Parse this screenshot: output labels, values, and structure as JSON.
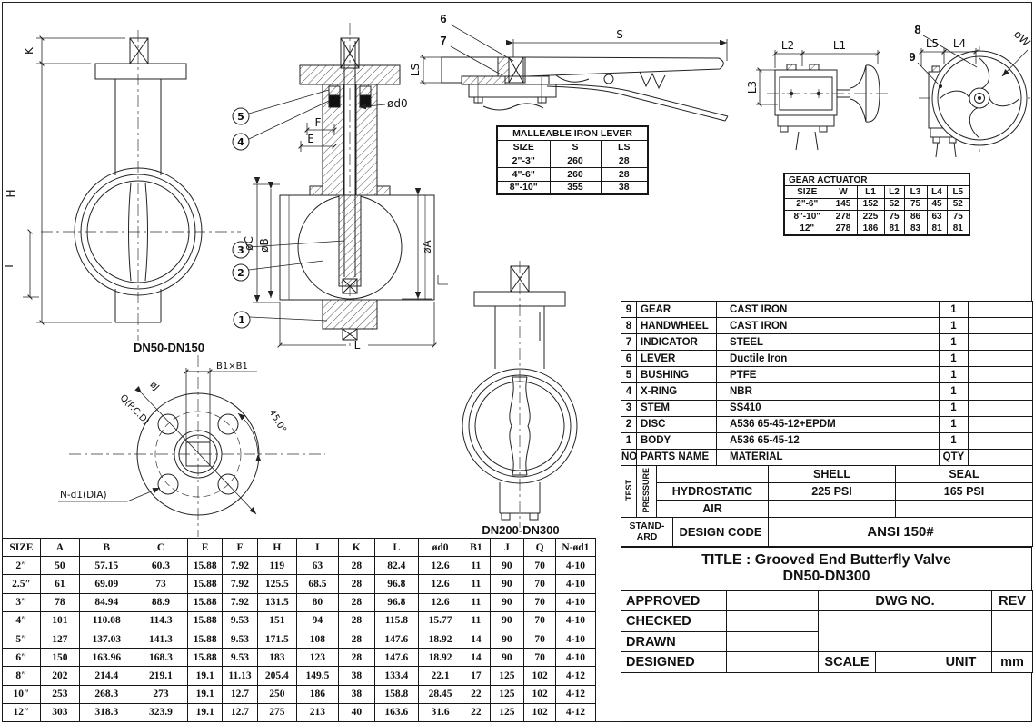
{
  "drawing": {
    "k": "K",
    "h": "H",
    "i": "I",
    "e": "E",
    "f": "F",
    "d0": "ød0",
    "oc": "øC",
    "ob": "øB",
    "oa": "øA",
    "l": "L",
    "s": "S",
    "ls": "LS",
    "l1": "L1",
    "l2": "L2",
    "l3": "L3",
    "l4": "L4",
    "l5": "L5",
    "ow": "øW",
    "b1": "B1×B1",
    "oj": "øJ",
    "qpcd": "Q(P.C.D)",
    "deg45": "45.0°",
    "nd1": "N-d1(DIA)",
    "n1": "1",
    "n2": "2",
    "n3": "3",
    "n4": "4",
    "n5": "5",
    "n6": "6",
    "n7": "7",
    "n8": "8",
    "n9": "9",
    "dn50_label": "DN50-DN150",
    "dn200_label": "DN200-DN300"
  },
  "lever_table": {
    "title": "MALLEABLE IRON LEVER",
    "headers": [
      "SIZE",
      "S",
      "LS"
    ],
    "rows": [
      [
        "2\"-3\"",
        "260",
        "28"
      ],
      [
        "4\"-6\"",
        "260",
        "28"
      ],
      [
        "8\"-10\"",
        "355",
        "38"
      ]
    ]
  },
  "gear_table": {
    "title": "GEAR ACTUATOR",
    "headers": [
      "SIZE",
      "W",
      "L1",
      "L2",
      "L3",
      "L4",
      "L5"
    ],
    "rows": [
      [
        "2\"-6\"",
        "145",
        "152",
        "52",
        "75",
        "45",
        "52"
      ],
      [
        "8\"-10\"",
        "278",
        "225",
        "75",
        "86",
        "63",
        "75"
      ],
      [
        "12\"",
        "278",
        "186",
        "81",
        "83",
        "81",
        "81"
      ]
    ]
  },
  "parts_table": {
    "header": {
      "no": "NO",
      "name": "PARTS NAME",
      "material": "MATERIAL",
      "qty": "QTY",
      "spare": ""
    },
    "rows": [
      [
        "9",
        "GEAR",
        "CAST IRON",
        "1",
        ""
      ],
      [
        "8",
        "HANDWHEEL",
        "CAST IRON",
        "1",
        ""
      ],
      [
        "7",
        "INDICATOR",
        "STEEL",
        "1",
        ""
      ],
      [
        "6",
        "LEVER",
        "Ductile Iron",
        "1",
        ""
      ],
      [
        "5",
        "BUSHING",
        "PTFE",
        "1",
        ""
      ],
      [
        "4",
        "X-RING",
        "NBR",
        "1",
        ""
      ],
      [
        "3",
        "STEM",
        "SS410",
        "1",
        ""
      ],
      [
        "2",
        "DISC",
        "A536 65-45-12+EPDM",
        "1",
        ""
      ],
      [
        "1",
        "BODY",
        "A536 65-45-12",
        "1",
        ""
      ]
    ]
  },
  "test_block": {
    "test": "TEST",
    "pressure": "PRESSURE",
    "shell": "SHELL",
    "seal": "SEAL",
    "hydrostatic": "HYDROSTATIC",
    "air": "AIR",
    "shell_value": "225 PSI",
    "seal_value": "165 PSI"
  },
  "standard_row": {
    "label_line1": "STAND-",
    "label_line2": "ARD",
    "design_code": "DESIGN CODE",
    "value": "ANSI 150#"
  },
  "title_block": {
    "line1": "TITLE : Grooved End Butterfly Valve",
    "line2": "DN50-DN300"
  },
  "approval_block": {
    "approved": "APPROVED",
    "checked": "CHECKED",
    "drawn": "DRAWN",
    "designed": "DESIGNED",
    "dwg_no": "DWG NO.",
    "rev": "REV",
    "scale": "SCALE",
    "unit": "UNIT",
    "unit_value": "mm"
  },
  "dim_table": {
    "headers": [
      "SIZE",
      "A",
      "B",
      "C",
      "E",
      "F",
      "H",
      "I",
      "K",
      "L",
      "ød0",
      "B1",
      "J",
      "Q",
      "N-ød1"
    ],
    "rows": [
      [
        "2″",
        "50",
        "57.15",
        "60.3",
        "15.88",
        "7.92",
        "119",
        "63",
        "28",
        "82.4",
        "12.6",
        "11",
        "90",
        "70",
        "4-10"
      ],
      [
        "2.5″",
        "61",
        "69.09",
        "73",
        "15.88",
        "7.92",
        "125.5",
        "68.5",
        "28",
        "96.8",
        "12.6",
        "11",
        "90",
        "70",
        "4-10"
      ],
      [
        "3″",
        "78",
        "84.94",
        "88.9",
        "15.88",
        "7.92",
        "131.5",
        "80",
        "28",
        "96.8",
        "12.6",
        "11",
        "90",
        "70",
        "4-10"
      ],
      [
        "4″",
        "101",
        "110.08",
        "114.3",
        "15.88",
        "9.53",
        "151",
        "94",
        "28",
        "115.8",
        "15.77",
        "11",
        "90",
        "70",
        "4-10"
      ],
      [
        "5″",
        "127",
        "137.03",
        "141.3",
        "15.88",
        "9.53",
        "171.5",
        "108",
        "28",
        "147.6",
        "18.92",
        "14",
        "90",
        "70",
        "4-10"
      ],
      [
        "6″",
        "150",
        "163.96",
        "168.3",
        "15.88",
        "9.53",
        "183",
        "123",
        "28",
        "147.6",
        "18.92",
        "14",
        "90",
        "70",
        "4-10"
      ],
      [
        "8″",
        "202",
        "214.4",
        "219.1",
        "19.1",
        "11.13",
        "205.4",
        "149.5",
        "38",
        "133.4",
        "22.1",
        "17",
        "125",
        "102",
        "4-12"
      ],
      [
        "10″",
        "253",
        "268.3",
        "273",
        "19.1",
        "12.7",
        "250",
        "186",
        "38",
        "158.8",
        "28.45",
        "22",
        "125",
        "102",
        "4-12"
      ],
      [
        "12″",
        "303",
        "318.3",
        "323.9",
        "19.1",
        "12.7",
        "275",
        "213",
        "40",
        "163.6",
        "31.6",
        "22",
        "125",
        "102",
        "4-12"
      ]
    ]
  }
}
